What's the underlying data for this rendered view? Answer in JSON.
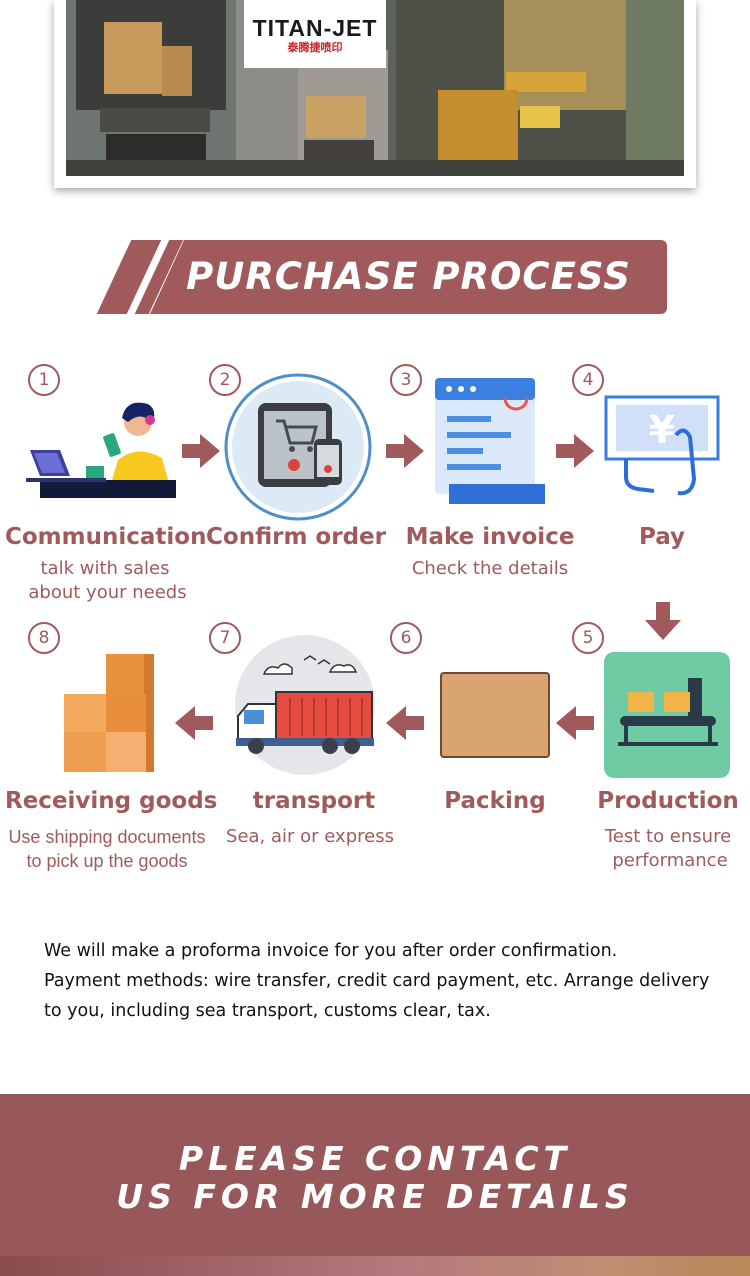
{
  "logo": {
    "brand": "TITAN-JET",
    "chinese": "泰腾捷喷印"
  },
  "banner": {
    "title": "PURCHASE PROCESS"
  },
  "steps": [
    {
      "num": "1",
      "title": "Communication",
      "sub1": "talk with sales",
      "sub2": "about your needs"
    },
    {
      "num": "2",
      "title": "Confirm order",
      "sub1": "",
      "sub2": ""
    },
    {
      "num": "3",
      "title": "Make invoice",
      "sub1": "Check the details",
      "sub2": ""
    },
    {
      "num": "4",
      "title": "Pay",
      "sub1": "",
      "sub2": ""
    },
    {
      "num": "5",
      "title": "Production",
      "sub1": "Test to ensure",
      "sub2": "performance"
    },
    {
      "num": "6",
      "title": "Packing",
      "sub1": "",
      "sub2": ""
    },
    {
      "num": "7",
      "title": "transport",
      "sub1": "Sea, air or express",
      "sub2": ""
    },
    {
      "num": "8",
      "title": "Receiving goods",
      "sub1": "Use shipping documents",
      "sub2": "to pick up the goods"
    }
  ],
  "note": {
    "line1": "We will make a proforma invoice for you after order confirmation.",
    "line2": "Payment methods: wire transfer, credit card payment, etc. Arrange delivery",
    "line3": "to you, including sea transport, customs clear, tax."
  },
  "footer": {
    "line1": "PLEASE CONTACT",
    "line2": "US FOR MORE DETAILS"
  },
  "colors": {
    "accent": "#a05a5c",
    "footer": "#985759"
  },
  "icons": [
    "customer-service-icon",
    "tablet-cart-icon",
    "invoice-document-icon",
    "yen-payment-icon",
    "conveyor-production-icon",
    "cardboard-box-icon",
    "cargo-truck-icon",
    "stacked-boxes-icon"
  ]
}
